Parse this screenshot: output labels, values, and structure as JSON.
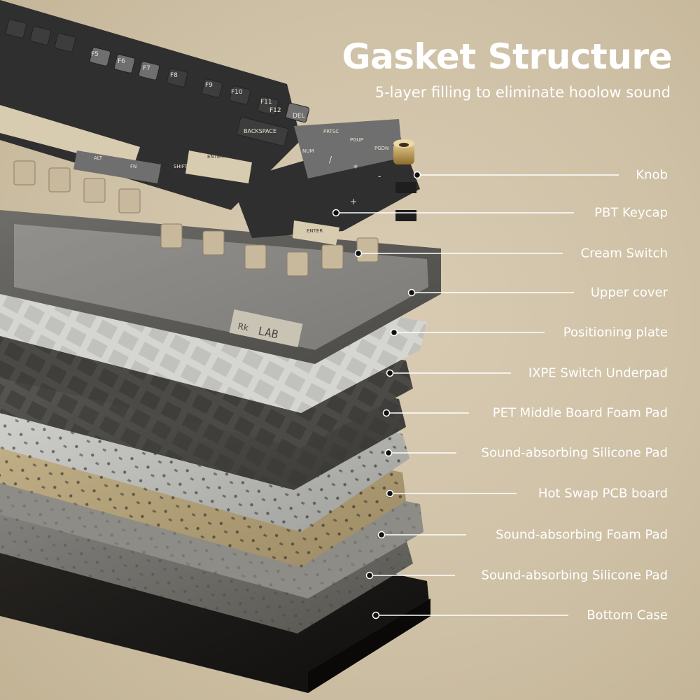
{
  "header": {
    "title": "Gasket Structure",
    "subtitle": "5-layer filling to eliminate hoolow sound"
  },
  "callouts": [
    {
      "label": "Knob"
    },
    {
      "label": "PBT Keycap"
    },
    {
      "label": "Cream Switch"
    },
    {
      "label": "Upper cover"
    },
    {
      "label": "Positioning plate"
    },
    {
      "label": "IXPE Switch Underpad"
    },
    {
      "label": "PET Middle Board Foam Pad"
    },
    {
      "label": "Sound-absorbing  Silicone Pad"
    },
    {
      "label": "Hot Swap PCB board"
    },
    {
      "label": "Sound-absorbing  Foam Pad"
    },
    {
      "label": "Sound-absorbing  Silicone Pad"
    },
    {
      "label": "Bottom Case"
    }
  ],
  "keycaps": {
    "row_f": [
      "F5",
      "F6",
      "F7",
      "F8",
      "F9",
      "F10",
      "F11",
      "F12",
      "DEL"
    ],
    "nav": [
      "PRTSC",
      "PGUP",
      "PGDN"
    ],
    "mods": [
      "BACKSPACE",
      "NUM",
      "ENTER",
      "SHIFT",
      "ALT",
      "FN",
      "ENTER"
    ],
    "numpad": [
      "/",
      "*",
      "-",
      "+"
    ]
  },
  "badge": {
    "brand": "Rk",
    "text": "LAB"
  },
  "colors": {
    "background": "#cfc1a6",
    "text": "#ffffff",
    "line": "#ffffff",
    "keycap_dark": "#2f2f2f",
    "keycap_grey": "#6f6f6f",
    "keycap_cream": "#d8ccb0",
    "knob_gold": "#b8924a"
  }
}
